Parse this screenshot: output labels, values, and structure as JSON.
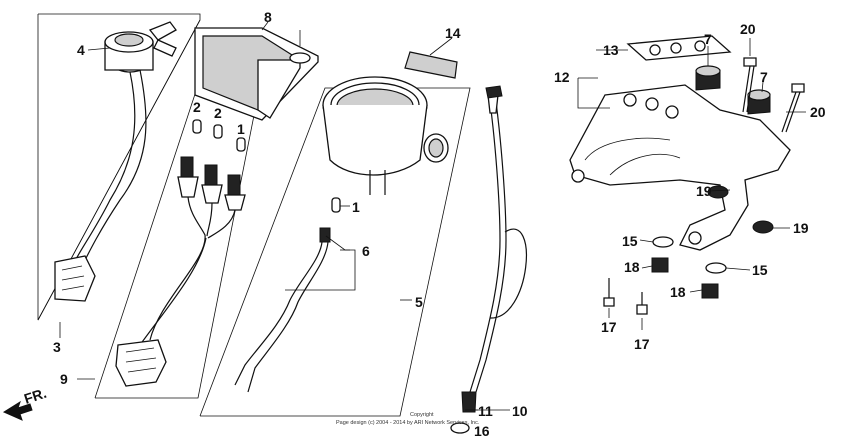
{
  "diagram": {
    "callouts": {
      "c1a": "1",
      "c1b": "1",
      "c2a": "2",
      "c2b": "2",
      "c3": "3",
      "c4": "4",
      "c5": "5",
      "c6": "6",
      "c7a": "7",
      "c7b": "7",
      "c8": "8",
      "c9": "9",
      "c10": "10",
      "c11": "11",
      "c12": "12",
      "c13": "13",
      "c14": "14",
      "c15a": "15",
      "c15b": "15",
      "c16": "16",
      "c17a": "17",
      "c17b": "17",
      "c18a": "18",
      "c18b": "18",
      "c19a": "19",
      "c19b": "19",
      "c20a": "20",
      "c20b": "20"
    },
    "front_label": "FR.",
    "copyright_line1": "Copyright",
    "copyright_line2": "Page design (c) 2004 - 2014 by ARI Network Services, Inc."
  }
}
